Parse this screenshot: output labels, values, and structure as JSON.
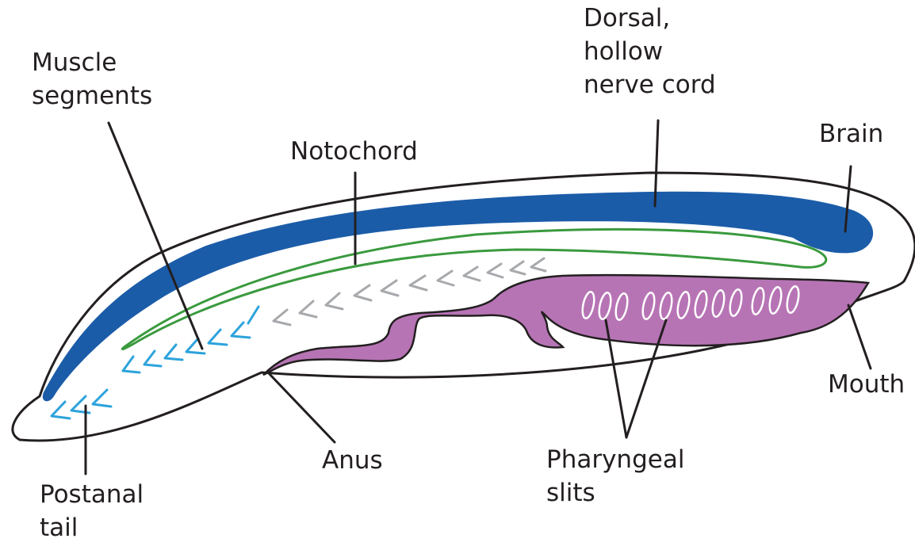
{
  "colors": {
    "outline": "#231f20",
    "nerve_cord": "#1b5ca8",
    "notochord": "#3a9a3e",
    "pharynx": "#b774b5",
    "muscle_blue": "#2da3dc",
    "muscle_gray": "#a7a9ac",
    "background": "#ffffff"
  },
  "labels": {
    "dorsal_nerve_cord": [
      "Dorsal,",
      "hollow",
      "nerve cord"
    ],
    "muscle_segments": [
      "Muscle",
      "segments"
    ],
    "notochord": [
      "Notochord"
    ],
    "brain": [
      "Brain"
    ],
    "mouth": [
      "Mouth"
    ],
    "anus": [
      "Anus"
    ],
    "pharyngeal_slits": [
      "Pharyngeal",
      "slits"
    ],
    "postanal_tail": [
      "Postanal",
      "tail"
    ]
  }
}
